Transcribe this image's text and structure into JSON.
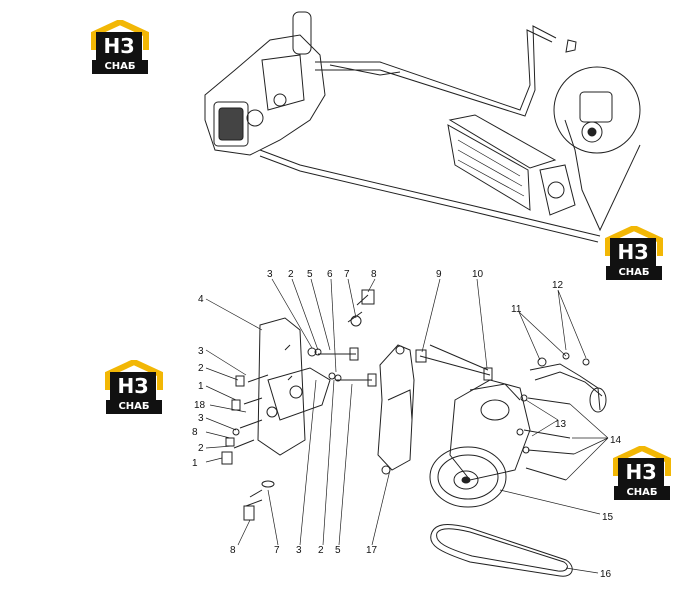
{
  "logo": {
    "brand": "НЗ",
    "sub": "СНАБ",
    "accent": "#f2b705"
  },
  "callouts": {
    "c1a": "1",
    "c1b": "1",
    "c2a": "2",
    "c2b": "2",
    "c2c": "2",
    "c2d": "2",
    "c3a": "3",
    "c3b": "3",
    "c3c": "3",
    "c3d": "3",
    "c4": "4",
    "c5a": "5",
    "c5b": "5",
    "c6": "6",
    "c7a": "7",
    "c7b": "7",
    "c8a": "8",
    "c8b": "8",
    "c8c": "8",
    "c9": "9",
    "c10": "10",
    "c11": "11",
    "c12": "12",
    "c13": "13",
    "c14": "14",
    "c15": "15",
    "c16": "16",
    "c17": "17",
    "c18": "18"
  }
}
